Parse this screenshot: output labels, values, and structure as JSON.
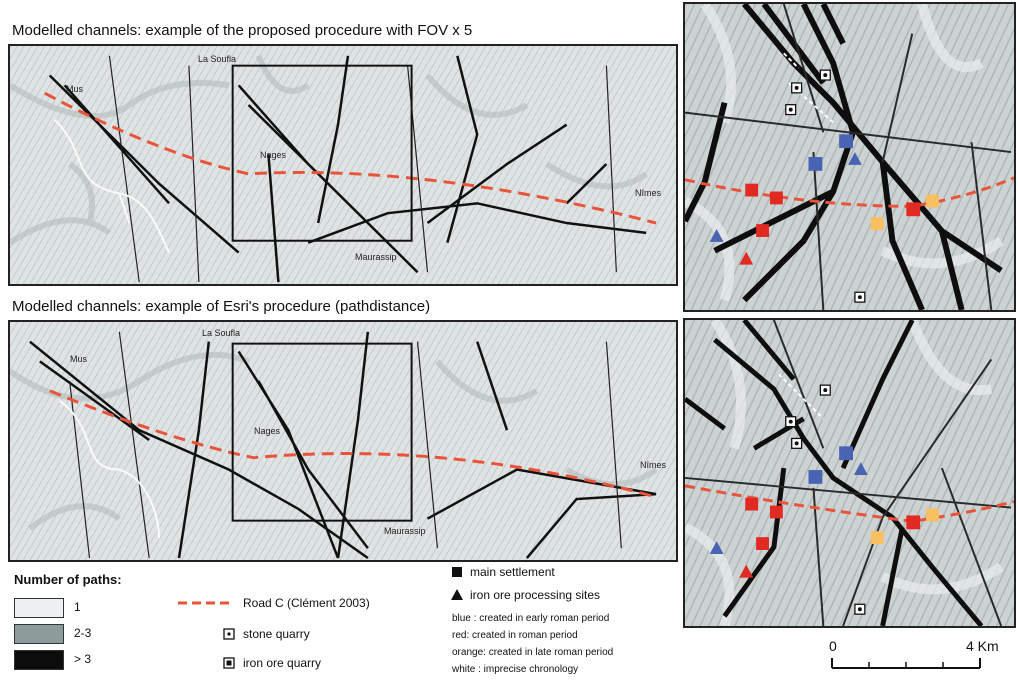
{
  "titles": {
    "top": "Modelled channels: example of the proposed procedure with FOV x 5",
    "bottom": "Modelled channels: example of Esri's procedure (pathdistance)"
  },
  "place_names": {
    "mus": "Mus",
    "lasoufla": "La Soufla",
    "nimes": "Nîmes",
    "maurassip": "Maurassip",
    "nages": "Nages"
  },
  "legend": {
    "paths_title": "Number of paths:",
    "paths": [
      {
        "label": "1",
        "color": "#eef0f1"
      },
      {
        "label": "2-3",
        "color": "#8c9c9b"
      },
      {
        "label": "> 3",
        "color": "#0c0c0c"
      }
    ],
    "road": "Road C (Clément 2003)",
    "road_color": "#e8533a",
    "stone_quarry": "stone quarry",
    "iron_quarry": "iron ore quarry",
    "main_settlement": "main settlement",
    "iron_processing": "iron ore processing sites",
    "chronology": [
      "blue : created in early roman period",
      "red: created in roman period",
      "orange: created in late roman period",
      "white : imprecise chronology"
    ],
    "colors": {
      "blue": "#4a64b4",
      "red": "#e02a22",
      "orange": "#f8c060"
    }
  },
  "scale": {
    "start": "0",
    "end": "4 Km"
  }
}
